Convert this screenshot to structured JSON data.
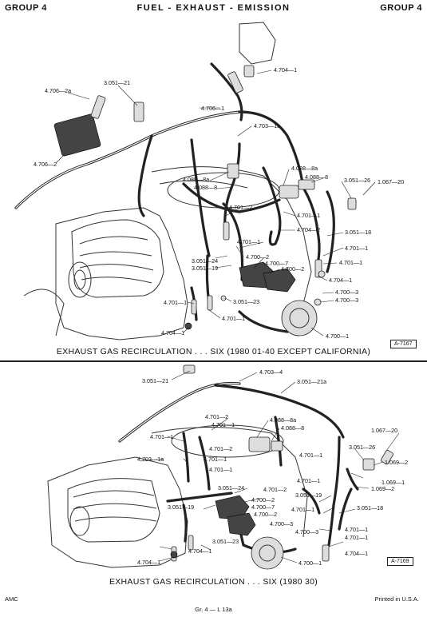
{
  "header": {
    "left": "GROUP 4",
    "center": "FUEL - EXHAUST - EMISSION",
    "right": "GROUP 4"
  },
  "diagram1": {
    "caption": "EXHAUST GAS RECIRCULATION . . . SIX (1980 01-40 EXCEPT CALIFORNIA)",
    "ref": "A-7167",
    "labels": [
      "4.704—1",
      "3.051—21",
      "4.706—2a",
      "4.706—1",
      "4.703—1a",
      "4.706—2",
      "4.088—8a",
      "4.088—8",
      "3.051—26",
      "1.067—20",
      "4.088—8a",
      "4.088—8",
      "4.701—2",
      "4.701—1",
      "4.704—2",
      "3.051—18",
      "4.701—1",
      "4.701—1",
      "4.701—1",
      "4.700—2",
      "4.700—7",
      "4.700—2",
      "3.051—24",
      "3.051—19",
      "4.704—1",
      "4.700—3",
      "4.700—3",
      "4.701—1",
      "3.051—23",
      "4.701—1",
      "4.704—1",
      "4.700—1"
    ]
  },
  "diagram2": {
    "caption": "EXHAUST GAS RECIRCULATION . . . SIX (1980 30)",
    "ref": "A-7169",
    "labels": [
      "4.703—4",
      "3.051—21",
      "3.051—21a",
      "4.701—2",
      "4.701—1",
      "4.088—8a",
      "4.088—8",
      "4.701—1",
      "4.701—2",
      "4.701—1",
      "4.701—1",
      "4.701—1",
      "4.703—1a",
      "1.067—20",
      "3.051—26",
      "1.069—2",
      "1.069—1",
      "1.069—2",
      "3.051—24",
      "4.701—2",
      "4.701—1",
      "4.700—2",
      "4.700—7",
      "4.700—2",
      "3.051—19",
      "3.051—19",
      "4.701—1",
      "3.051—18",
      "4.700—3",
      "4.700—3",
      "4.701—1",
      "4.701—1",
      "3.051—23",
      "4.704—1",
      "4.704—1",
      "4.704—1",
      "4.700—1"
    ]
  },
  "footer": {
    "left": "AMC",
    "center": "Gr. 4 — L 13a",
    "right": "Printed in U.S.A."
  }
}
